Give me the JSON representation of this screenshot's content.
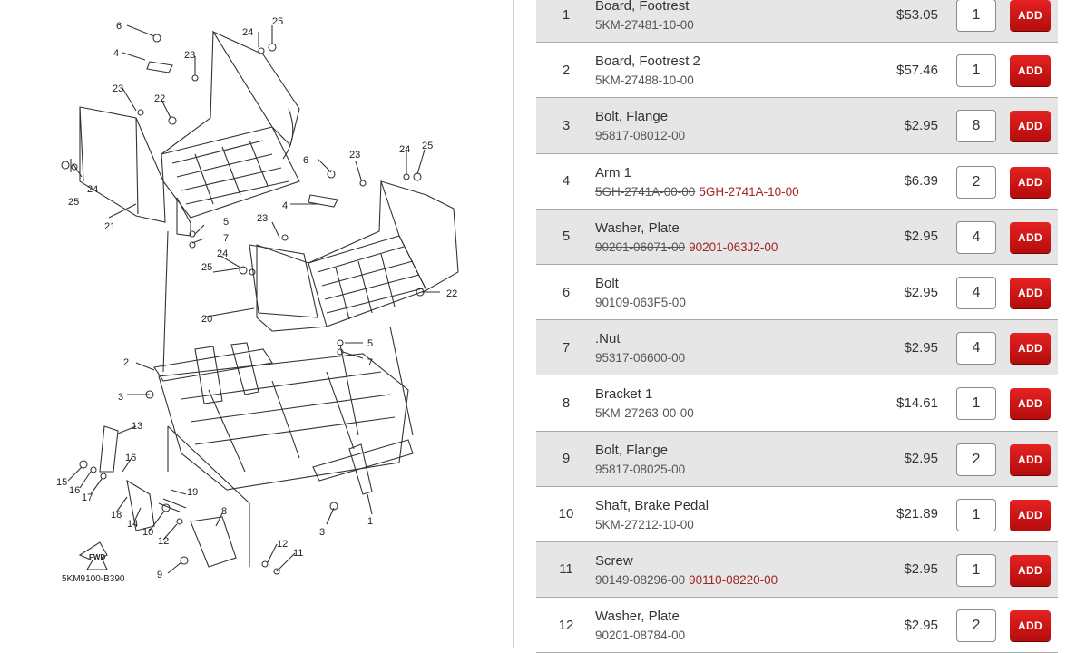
{
  "diagram": {
    "code": "5KM9100-B390",
    "fwd": "FWD",
    "callouts": [
      "1",
      "2",
      "3",
      "4",
      "5",
      "6",
      "7",
      "8",
      "9",
      "10",
      "11",
      "12",
      "13",
      "14",
      "15",
      "16",
      "17",
      "18",
      "19",
      "20",
      "21",
      "22",
      "23",
      "24",
      "25"
    ]
  },
  "parts": [
    {
      "ref": "1",
      "name": "Board, Footrest",
      "part_old": "",
      "part": "5KM-27481-10-00",
      "price": "$53.05",
      "qty": "1",
      "add": "ADD"
    },
    {
      "ref": "2",
      "name": "Board, Footrest 2",
      "part_old": "",
      "part": "5KM-27488-10-00",
      "price": "$57.46",
      "qty": "1",
      "add": "ADD"
    },
    {
      "ref": "3",
      "name": "Bolt, Flange",
      "part_old": "",
      "part": "95817-08012-00",
      "price": "$2.95",
      "qty": "8",
      "add": "ADD"
    },
    {
      "ref": "4",
      "name": "Arm 1",
      "part_old": "5GH-2741A-00-00",
      "part": "5GH-2741A-10-00",
      "price": "$6.39",
      "qty": "2",
      "add": "ADD"
    },
    {
      "ref": "5",
      "name": "Washer, Plate",
      "part_old": "90201-06071-00",
      "part": "90201-063J2-00",
      "price": "$2.95",
      "qty": "4",
      "add": "ADD"
    },
    {
      "ref": "6",
      "name": "Bolt",
      "part_old": "",
      "part": "90109-063F5-00",
      "price": "$2.95",
      "qty": "4",
      "add": "ADD"
    },
    {
      "ref": "7",
      "name": ".Nut",
      "part_old": "",
      "part": "95317-06600-00",
      "price": "$2.95",
      "qty": "4",
      "add": "ADD"
    },
    {
      "ref": "8",
      "name": "Bracket 1",
      "part_old": "",
      "part": "5KM-27263-00-00",
      "price": "$14.61",
      "qty": "1",
      "add": "ADD"
    },
    {
      "ref": "9",
      "name": "Bolt, Flange",
      "part_old": "",
      "part": "95817-08025-00",
      "price": "$2.95",
      "qty": "2",
      "add": "ADD"
    },
    {
      "ref": "10",
      "name": "Shaft, Brake Pedal",
      "part_old": "",
      "part": "5KM-27212-10-00",
      "price": "$21.89",
      "qty": "1",
      "add": "ADD"
    },
    {
      "ref": "11",
      "name": "Screw",
      "part_old": "90149-08296-00",
      "part": "90110-08220-00",
      "price": "$2.95",
      "qty": "1",
      "add": "ADD"
    },
    {
      "ref": "12",
      "name": "Washer, Plate",
      "part_old": "",
      "part": "90201-08784-00",
      "price": "$2.95",
      "qty": "2",
      "add": "ADD"
    }
  ]
}
